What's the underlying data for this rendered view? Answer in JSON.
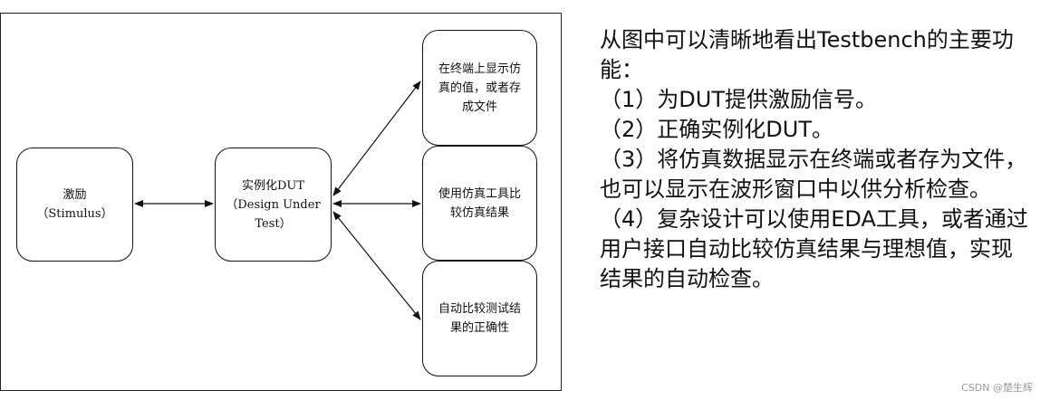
{
  "diagram": {
    "nodes": {
      "stimulus": "激励\n（Stimulus）",
      "dut": "实例化DUT\n（Design Under\nTest）",
      "display": "在终端上显示仿\n真的值，或者存\n成文件",
      "compare": "使用仿真工具比\n较仿真结果",
      "autocheck": "自动比较测试结\n果的正确性"
    },
    "edges": [
      {
        "from": "stimulus",
        "to": "dut",
        "direction": "both"
      },
      {
        "from": "dut",
        "to": "display",
        "direction": "both"
      },
      {
        "from": "dut",
        "to": "compare",
        "direction": "both"
      },
      {
        "from": "dut",
        "to": "autocheck",
        "direction": "both"
      }
    ]
  },
  "description": {
    "intro": "从图中可以清晰地看出Testbench的主要功能：",
    "items": [
      "（1）为DUT提供激励信号。",
      "（2）正确实例化DUT。",
      "（3）将仿真数据显示在终端或者存为文件，也可以显示在波形窗口中以供分析检查。",
      "（4）复杂设计可以使用EDA工具，或者通过用户接口自动比较仿真结果与理想值，实现结果的自动检查。"
    ]
  },
  "watermark": "CSDN @楚生辉"
}
